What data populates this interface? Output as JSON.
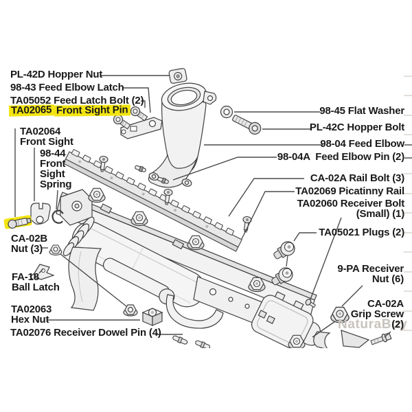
{
  "diagram_title": "Paintball marker exploded parts diagram",
  "colors": {
    "highlight": "#f2e411",
    "line": "#3f3f3f",
    "text": "#191919",
    "watermark": "#c8c4bd",
    "background": "#ffffff"
  },
  "watermark": "NaturaBuy",
  "labels": {
    "pl42d": {
      "lines": [
        "PL-42D Hopper Nut"
      ]
    },
    "l9843": {
      "lines": [
        "98-43 Feed Elbow Latch"
      ]
    },
    "ta05052": {
      "lines": [
        "TA05052 Feed Latch Bolt (2)"
      ]
    },
    "ta02065": {
      "lines": [
        "TA02065",
        "Front Sight Pin"
      ],
      "highlighted": true
    },
    "ta02064": {
      "lines": [
        "TA02064",
        "Front Sight"
      ]
    },
    "l9844": {
      "lines": [
        "98-44",
        "Front",
        "Sight",
        "Spring"
      ]
    },
    "ca02b": {
      "lines": [
        "CA-02B",
        "Nut (3)"
      ]
    },
    "fa18": {
      "lines": [
        "FA-18",
        "Ball Latch"
      ]
    },
    "ta02063": {
      "lines": [
        "TA02063",
        "Hex Nut"
      ]
    },
    "ta02076": {
      "lines": [
        "TA02076 Receiver Dowel Pin (4)"
      ]
    },
    "l9845": {
      "lines": [
        "98-45 Flat Washer"
      ]
    },
    "pl42c": {
      "lines": [
        "PL-42C Hopper Bolt"
      ]
    },
    "l9804": {
      "lines": [
        "98-04 Feed Elbow"
      ]
    },
    "l9804a": {
      "lines": [
        "98-04A  Feed Elbow Pin (2)"
      ]
    },
    "ca02a_rail": {
      "lines": [
        "CA-02A Rail Bolt (3)"
      ]
    },
    "ta02069": {
      "lines": [
        "TA02069 Picatinny Rail"
      ]
    },
    "ta02060": {
      "lines": [
        "TA02060 Receiver Bolt",
        "(Small) (1)"
      ]
    },
    "ta05021": {
      "lines": [
        "TA05021 Plugs (2)"
      ]
    },
    "l9pa": {
      "lines": [
        "9-PA Receiver",
        "Nut (6)"
      ]
    },
    "ca02a_grip": {
      "lines": [
        "CA-02A",
        "Grip Screw",
        "(2)"
      ]
    }
  }
}
